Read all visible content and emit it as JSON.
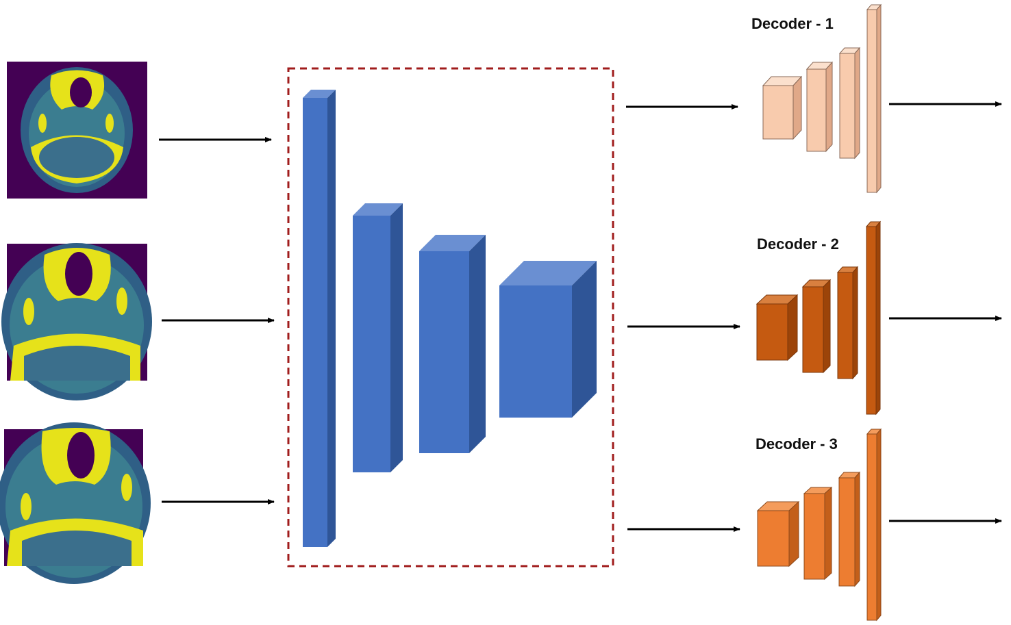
{
  "diagram": {
    "input_images": [
      {
        "name": "ct-slice-1"
      },
      {
        "name": "ct-slice-2"
      },
      {
        "name": "ct-slice-3"
      }
    ],
    "encoder": {
      "border_color": "#a01c1c",
      "face_color": "#4472c4",
      "top_color": "#6a8fd2",
      "side_color": "#2f5597",
      "blocks": 4
    },
    "decoders": [
      {
        "label": "Decoder - 1",
        "face_color": "#f8cbad",
        "top_color": "#fbe0cd",
        "side_color": "#e0a888"
      },
      {
        "label": "Decoder - 2",
        "face_color": "#c55a11",
        "top_color": "#d9803f",
        "side_color": "#9c4409"
      },
      {
        "label": "Decoder - 3",
        "face_color": "#ed7d31",
        "top_color": "#f49c5c",
        "side_color": "#c35f1a"
      }
    ],
    "arrow_color": "#000000",
    "ct_colors": {
      "background": "#440154",
      "tissue": "#31688e",
      "soft": "#3e8e8a",
      "bone": "#e8e418"
    }
  }
}
